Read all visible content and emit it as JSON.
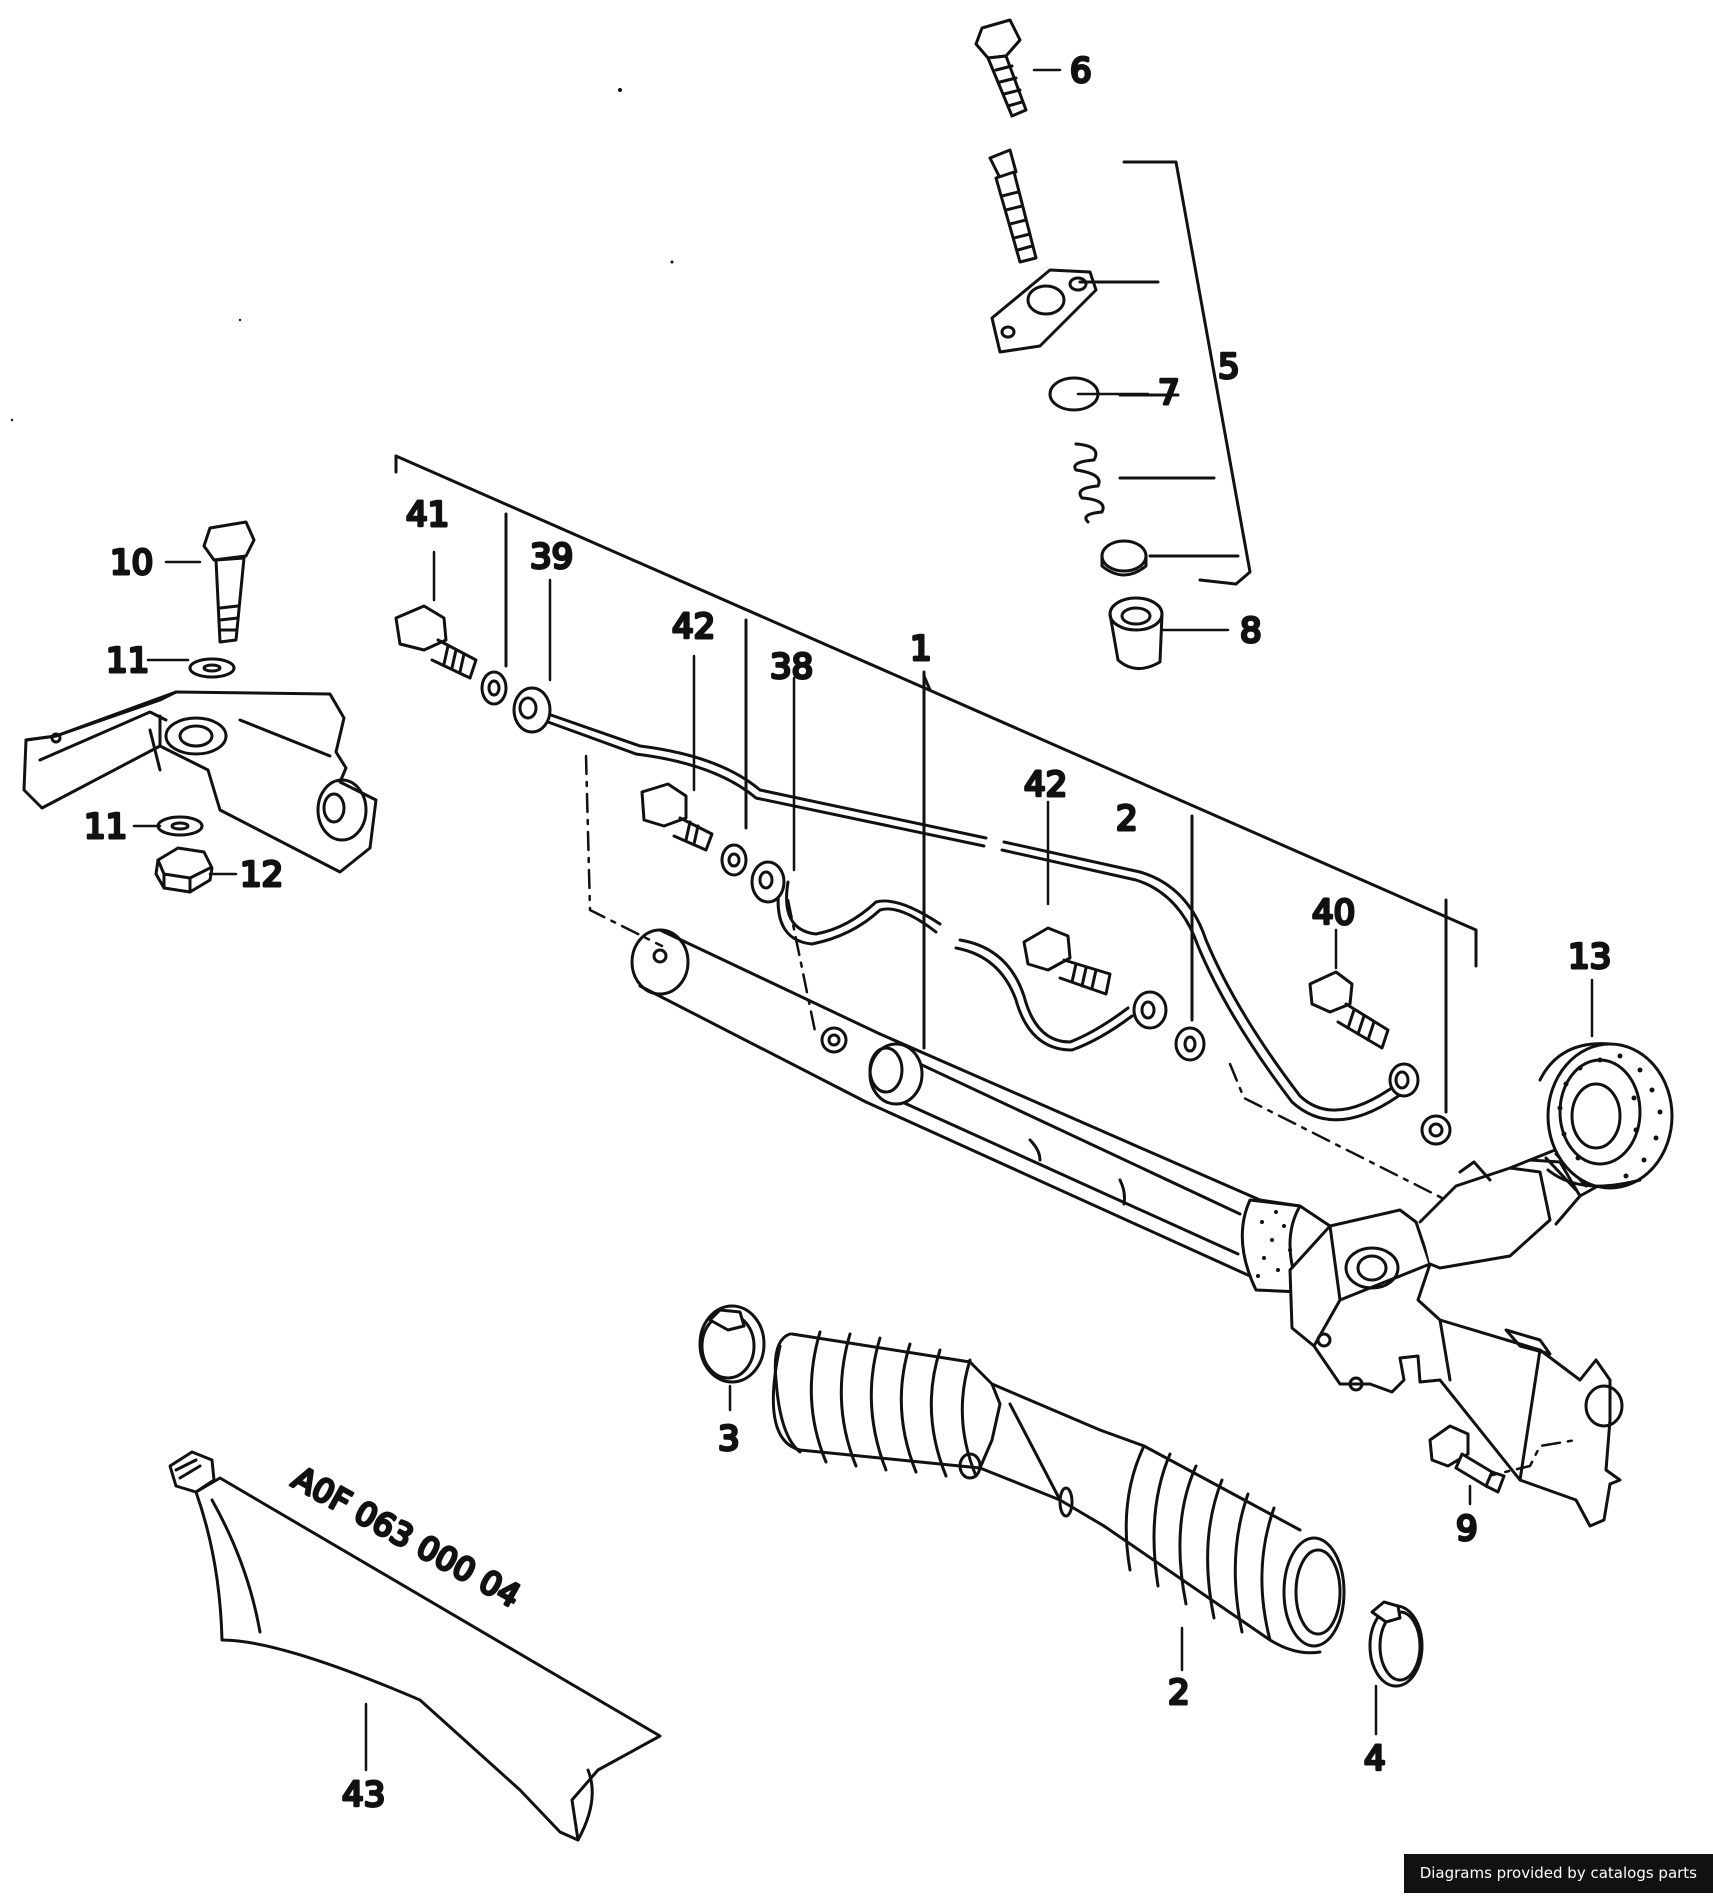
{
  "diagram": {
    "callouts": [
      {
        "id": "c6",
        "label": "6"
      },
      {
        "id": "c5",
        "label": "5"
      },
      {
        "id": "c7",
        "label": "7"
      },
      {
        "id": "c8",
        "label": "8"
      },
      {
        "id": "c41",
        "label": "41"
      },
      {
        "id": "c39",
        "label": "39"
      },
      {
        "id": "c42a",
        "label": "42"
      },
      {
        "id": "c38",
        "label": "38"
      },
      {
        "id": "c1",
        "label": "1"
      },
      {
        "id": "c42b",
        "label": "42"
      },
      {
        "id": "c2a",
        "label": "2"
      },
      {
        "id": "c40",
        "label": "40"
      },
      {
        "id": "c13",
        "label": "13"
      },
      {
        "id": "c10",
        "label": "10"
      },
      {
        "id": "c11a",
        "label": "11"
      },
      {
        "id": "c11b",
        "label": "11"
      },
      {
        "id": "c12",
        "label": "12"
      },
      {
        "id": "c3",
        "label": "3"
      },
      {
        "id": "c9",
        "label": "9"
      },
      {
        "id": "c2b",
        "label": "2"
      },
      {
        "id": "c4",
        "label": "4"
      },
      {
        "id": "c43",
        "label": "43"
      }
    ],
    "tube_marking": "A0F 063 000 04"
  },
  "footer": {
    "credit": "Diagrams provided by catalogs parts"
  },
  "colors": {
    "ink": "#111111",
    "paper": "#ffffff"
  }
}
